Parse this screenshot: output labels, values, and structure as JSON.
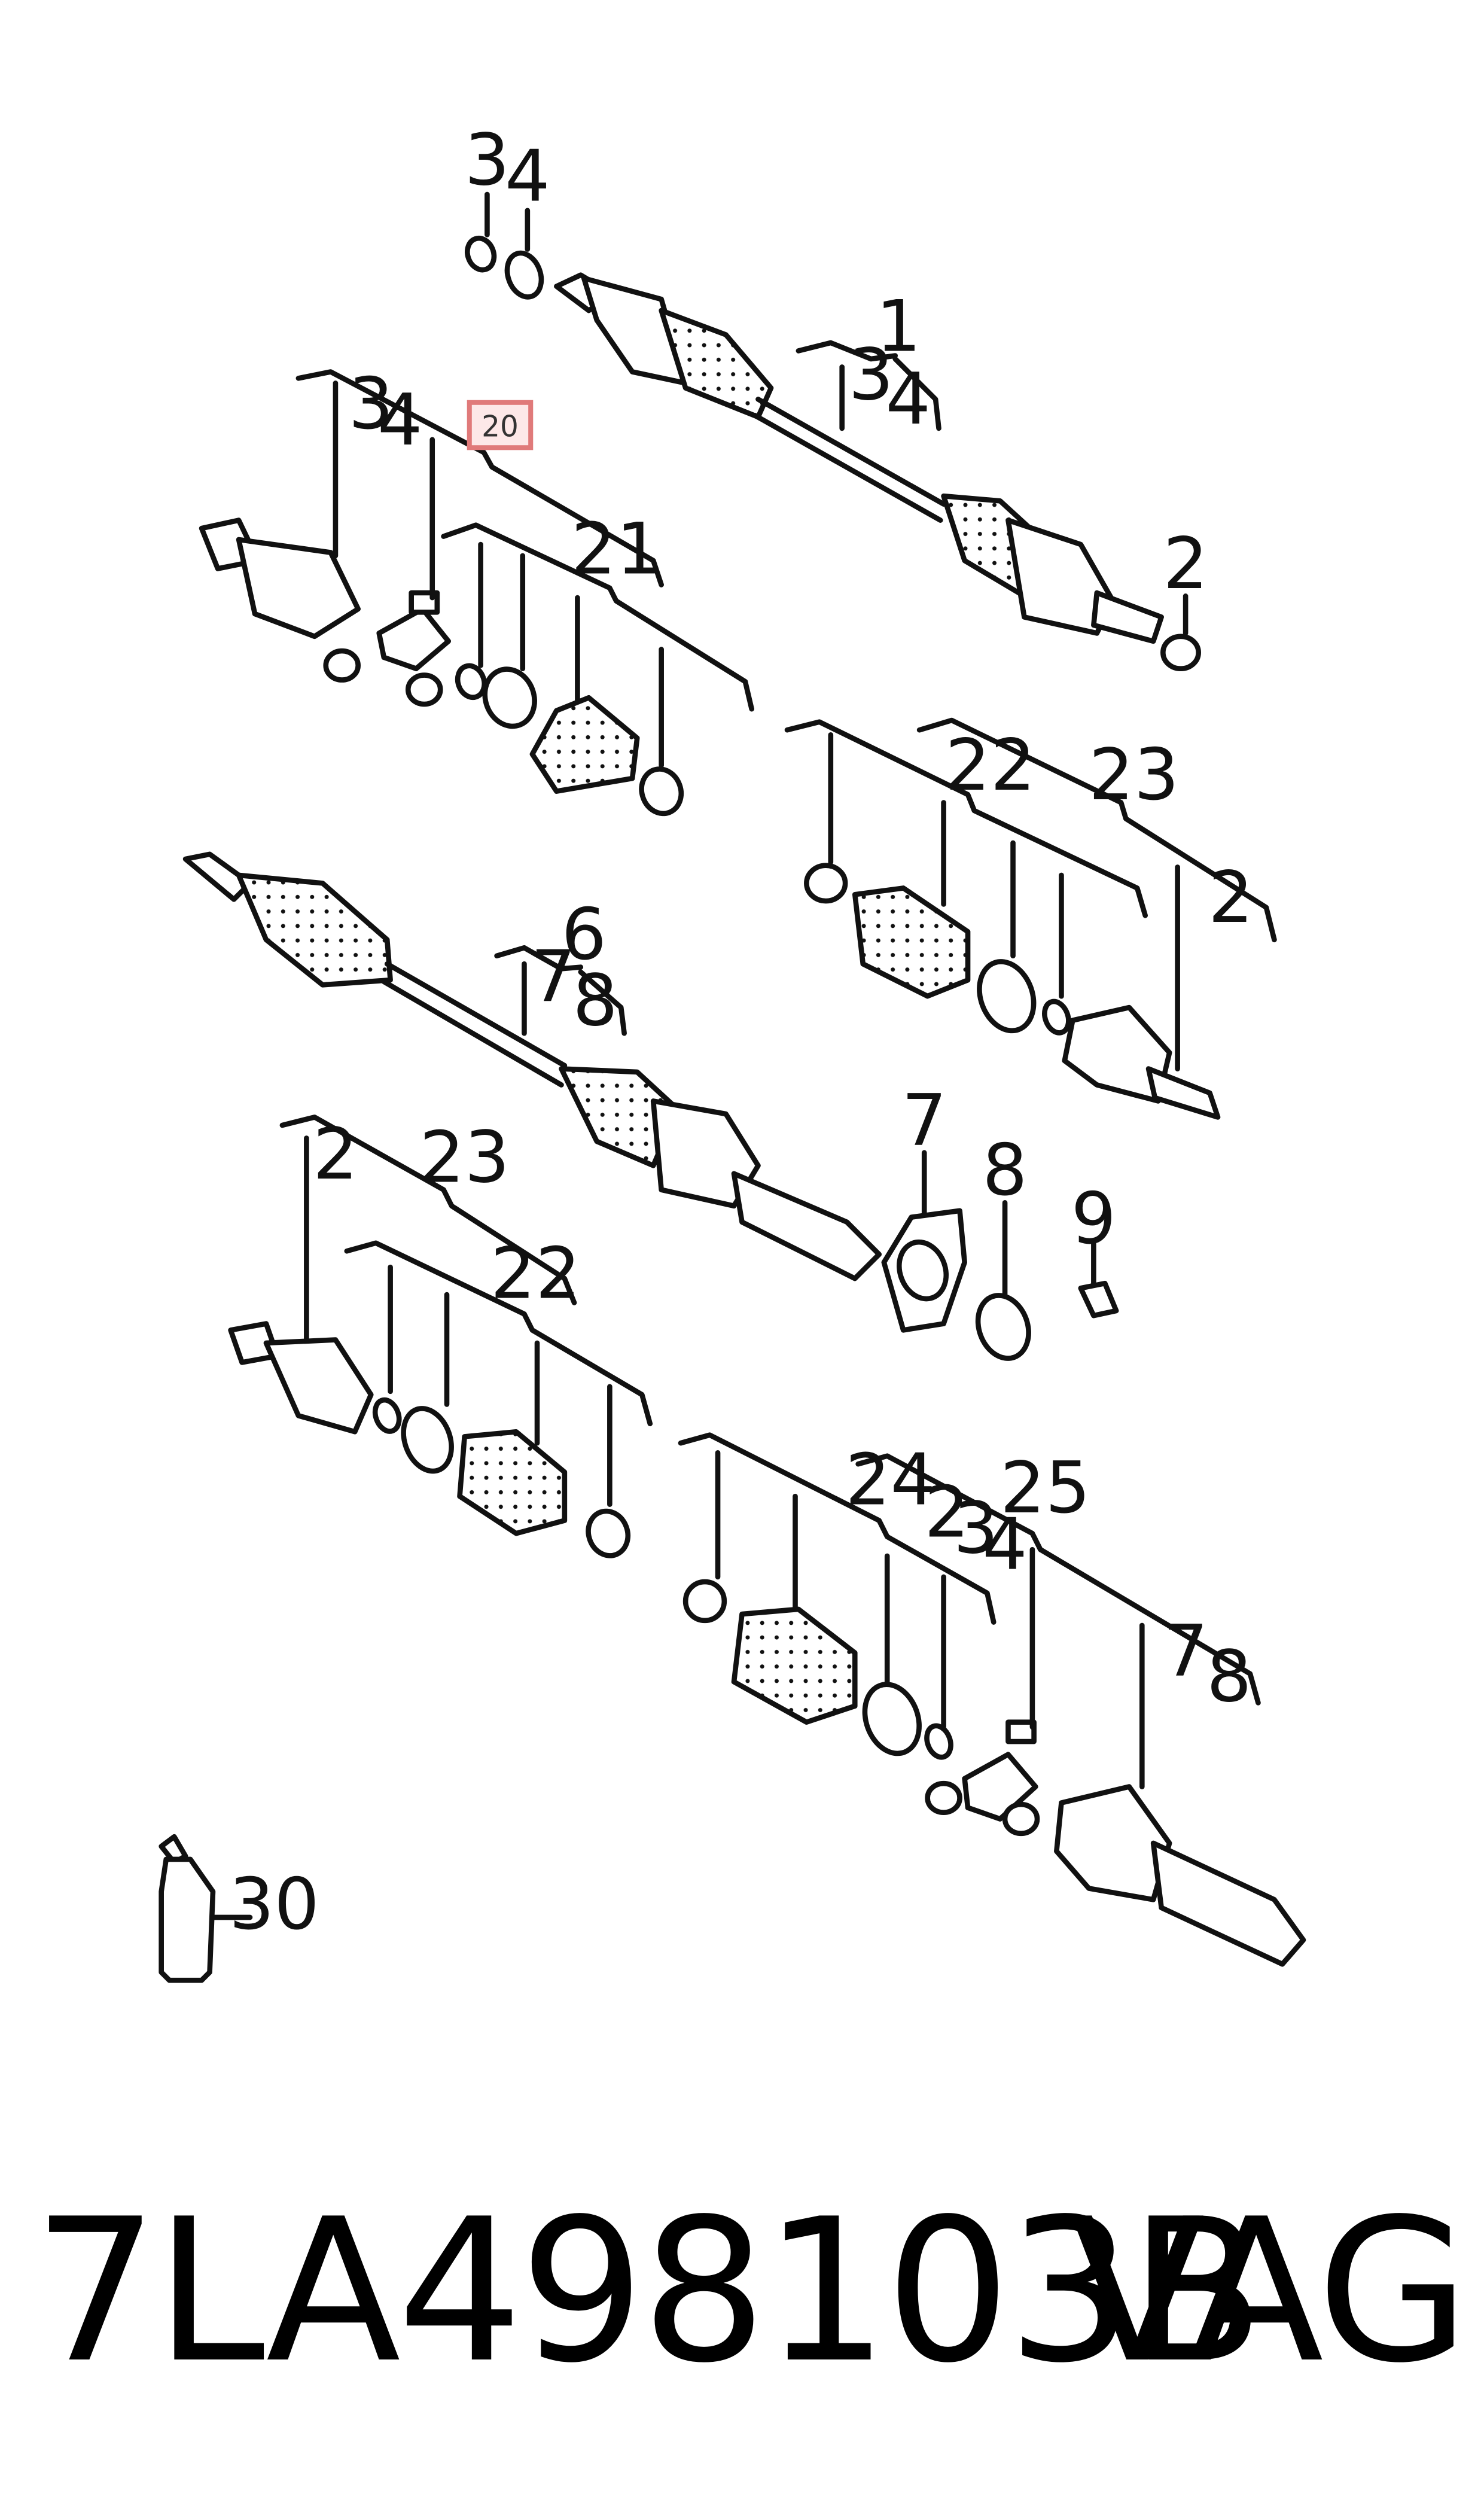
{
  "diagram": {
    "callouts": [
      "3",
      "4",
      "1",
      "3",
      "4",
      "2",
      "3",
      "4",
      "20",
      "21",
      "22",
      "23",
      "2",
      "6",
      "7",
      "8",
      "7",
      "8",
      "9",
      "2",
      "23",
      "22",
      "24",
      "2",
      "3",
      "4",
      "25",
      "7",
      "8",
      "30"
    ],
    "highlighted_callout": "20"
  },
  "footer": {
    "part_number": "7LA498103B",
    "brand": "VAG"
  }
}
